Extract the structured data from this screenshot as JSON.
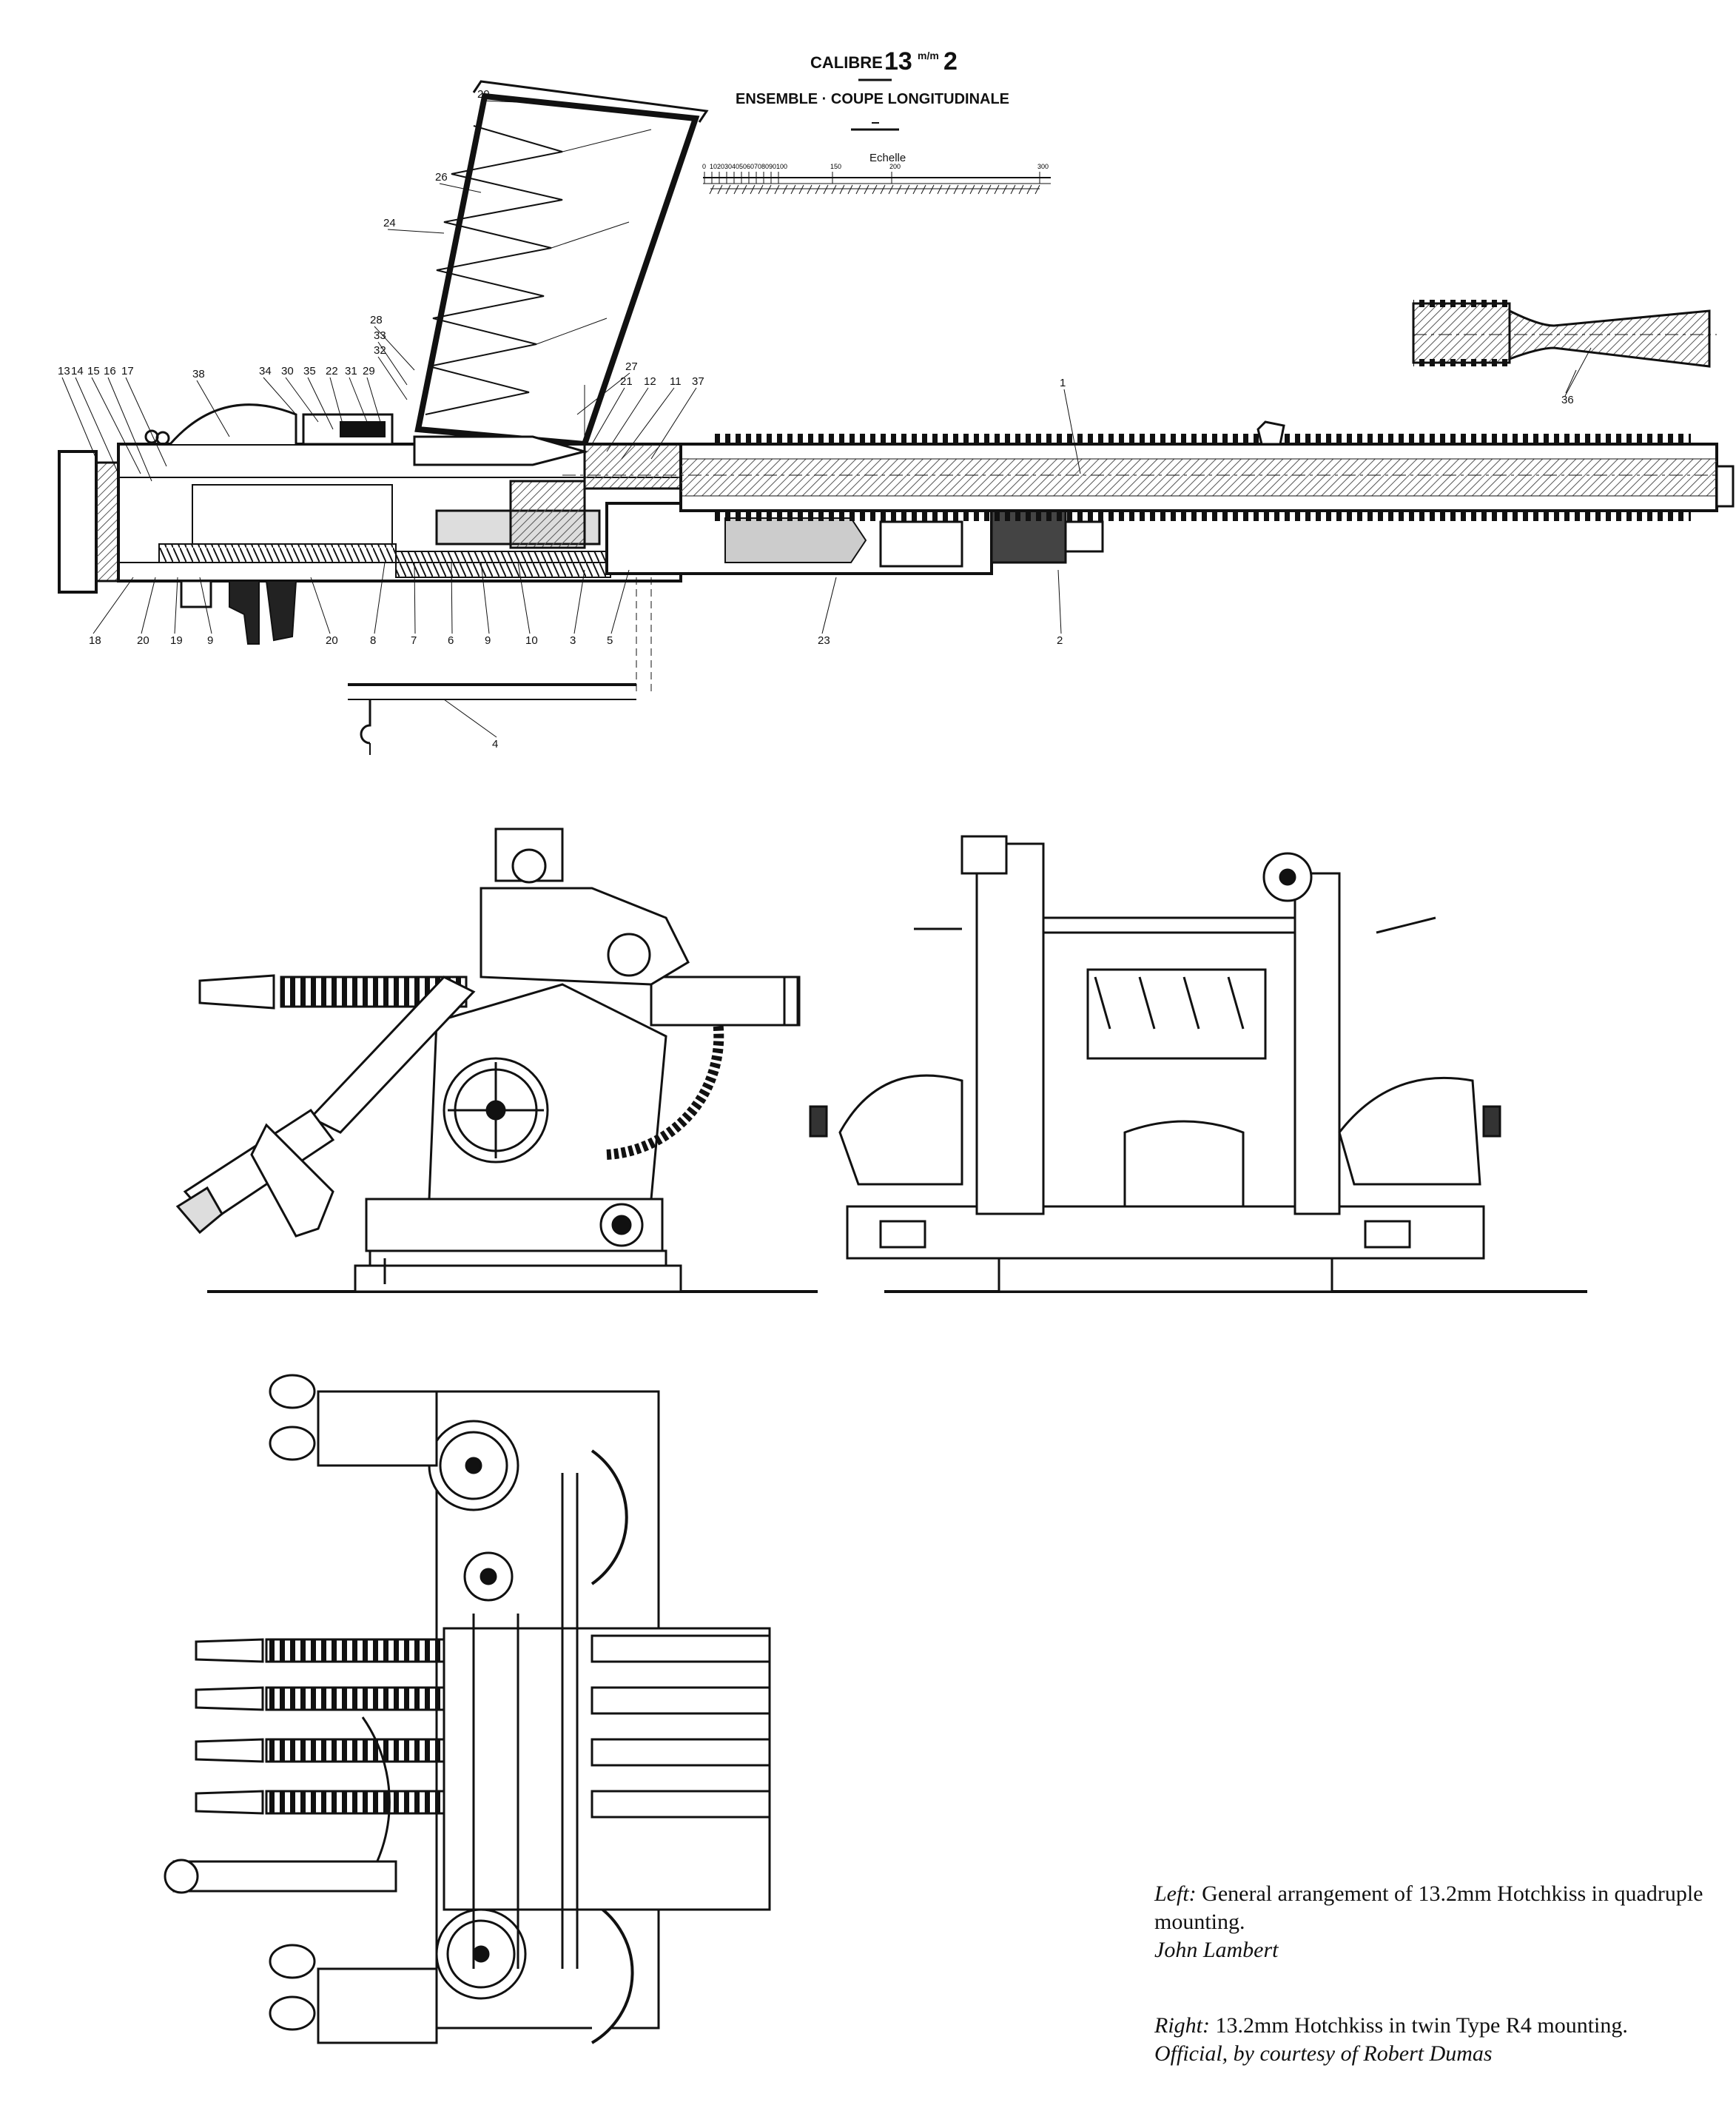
{
  "header": {
    "calibre_word": "CALIBRE",
    "calibre_value": "13",
    "calibre_unit": "m/m",
    "calibre_suffix": "2",
    "subtitle": "ENSEMBLE · COUPE LONGITUDINALE",
    "scale_word": "Echelle",
    "scale_ticks": [
      "0",
      "10",
      "20",
      "30",
      "40",
      "50",
      "60",
      "70",
      "80",
      "90",
      "100",
      "150",
      "200",
      "300"
    ]
  },
  "part_numbers": [
    "29",
    "26",
    "24",
    "28",
    "33",
    "32",
    "27",
    "21",
    "12",
    "11",
    "37",
    "1",
    "13",
    "14",
    "15",
    "16",
    "17",
    "38",
    "34",
    "30",
    "35",
    "22",
    "31",
    "29",
    "18",
    "20",
    "19",
    "9",
    "20",
    "8",
    "7",
    "6",
    "9",
    "10",
    "3",
    "5",
    "23",
    "2",
    "4",
    "36"
  ],
  "captions": {
    "left_label": "Left:",
    "left_text": "General arrangement of 13.2mm Hotchkiss in quadruple mounting.",
    "left_credit": "John Lambert",
    "right_label": "Right:",
    "right_text": "13.2mm Hotchkiss in twin Type R4 mounting.",
    "right_credit": "Official, by courtesy of Robert Dumas"
  }
}
